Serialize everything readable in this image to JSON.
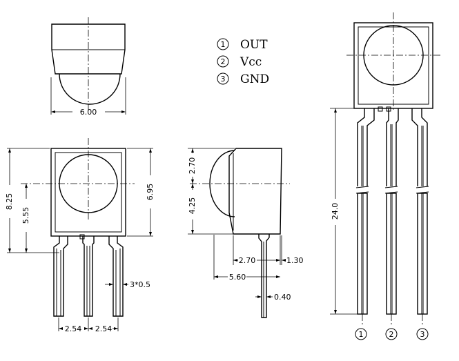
{
  "legend": [
    {
      "number": "1",
      "label": "OUT"
    },
    {
      "number": "2",
      "label": "Vcc"
    },
    {
      "number": "3",
      "label": "GND"
    }
  ],
  "dimensions": {
    "top_width": "6.00",
    "overall_height": "8.25",
    "lens_center_height": "5.55",
    "body_height": "6.95",
    "pin_thickness": "3*0.5",
    "pin_pitch_left": "2.54",
    "pin_pitch_right": "2.54",
    "side_upper": "2.70",
    "side_lower": "4.25",
    "side_lens_depth": "2.70",
    "side_back": "1.30",
    "side_total_depth": "5.60",
    "lead_width": "0.40",
    "lead_length": "24.0"
  },
  "pin_numbers": [
    "1",
    "2",
    "3"
  ]
}
